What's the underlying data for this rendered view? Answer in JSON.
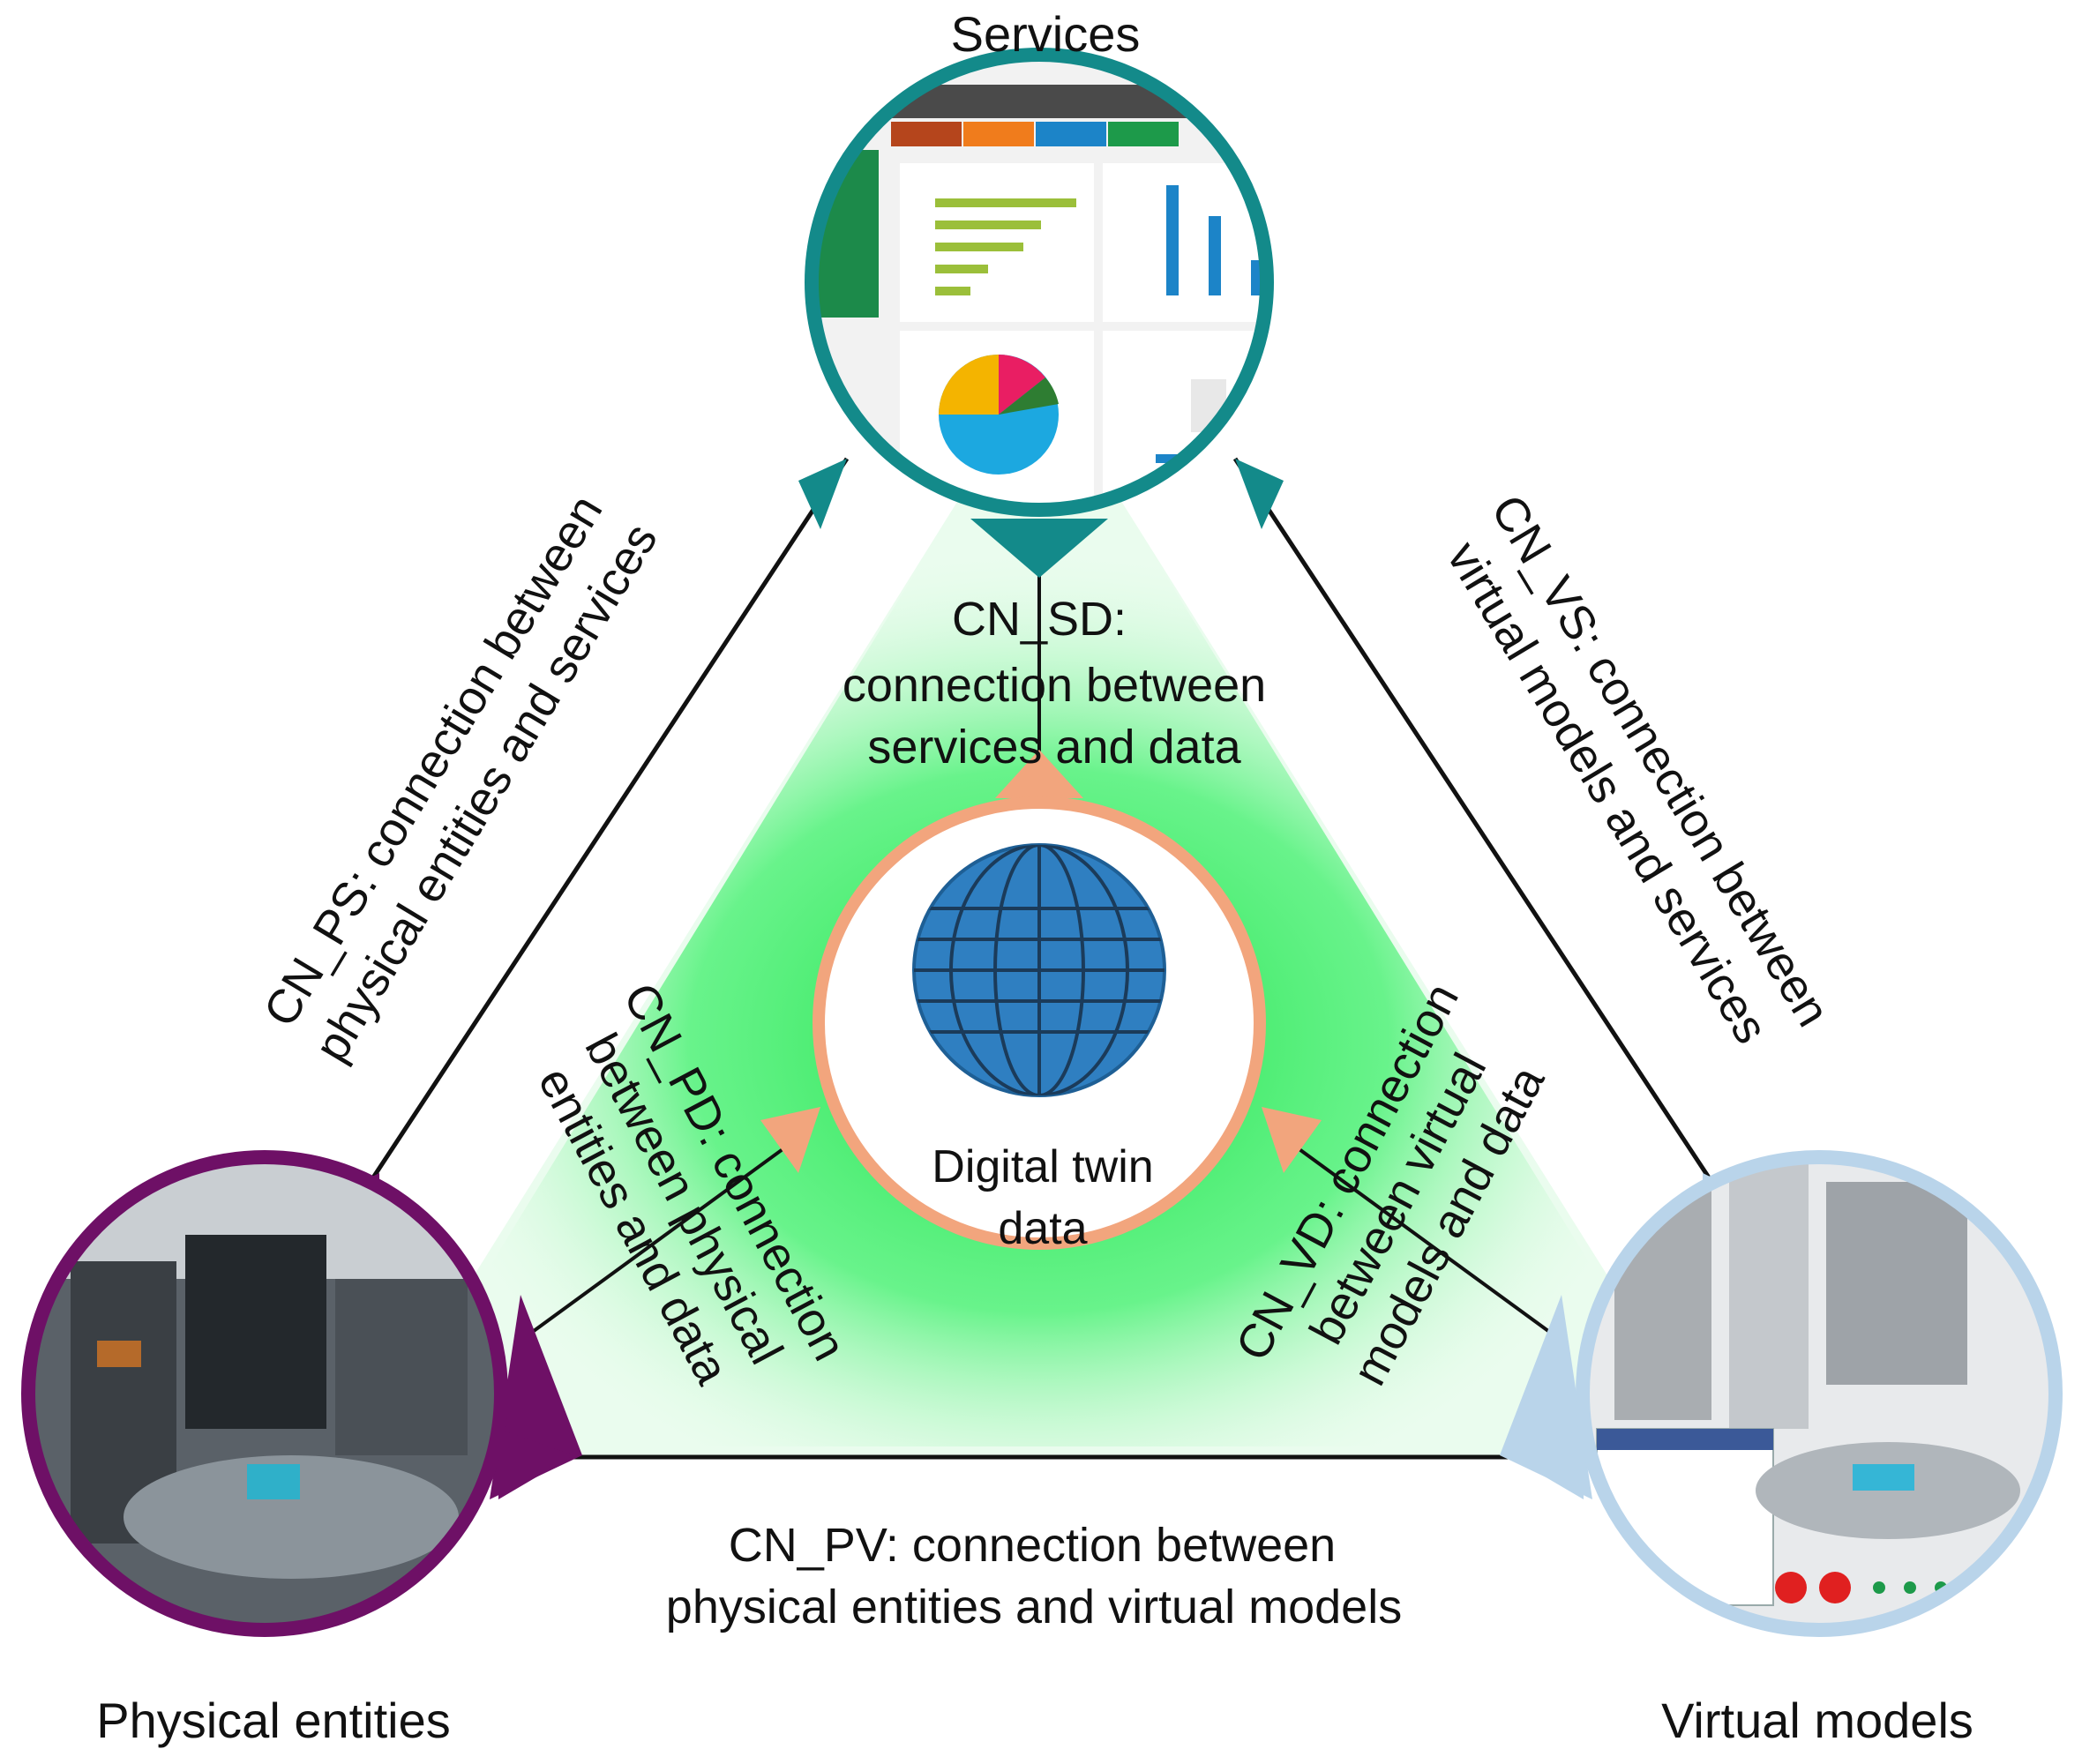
{
  "nodes": {
    "services": {
      "label": "Services",
      "color": "#138a8a"
    },
    "physical": {
      "label": "Physical entities",
      "color": "#6e1066"
    },
    "virtual": {
      "label": "Virtual models",
      "color": "#b9d4ea"
    },
    "data": {
      "label_line1": "Digital twin",
      "label_line2": "data",
      "color": "#f2a57d"
    }
  },
  "connections": {
    "cn_sd": {
      "line1": "CN_SD:",
      "line2": "connection between",
      "line3": "services and data"
    },
    "cn_ps": {
      "line1": "CN_PS: connection between",
      "line2": "physical entities and services"
    },
    "cn_vs": {
      "line1": "CN_VS: connection between",
      "line2": "virtual models and services"
    },
    "cn_pd": {
      "line1": "CN_PD: connection",
      "line2": "between physical",
      "line3": "entities and data"
    },
    "cn_vd": {
      "line1": "CN_VD: connection",
      "line2": "between virtual",
      "line3": "models and data"
    },
    "cn_pv": {
      "line1": "CN_PV: connection between",
      "line2": "physical entities and virtual models"
    }
  },
  "colors": {
    "glow": "#20e24a",
    "globe": "#2f7fc1",
    "edge": "#111111"
  }
}
